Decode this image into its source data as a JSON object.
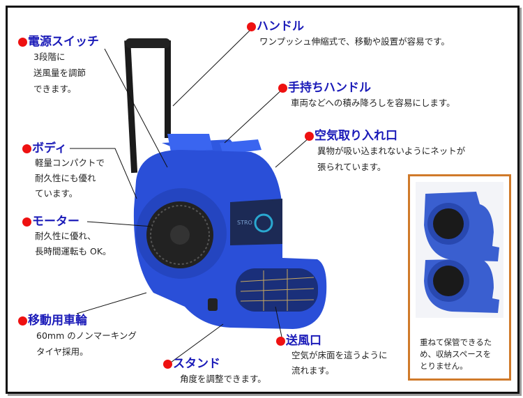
{
  "callouts": {
    "power_switch": {
      "title": "電源スイッチ",
      "lines": [
        "3段階に",
        "送風量を調節",
        "できます。"
      ]
    },
    "handle": {
      "title": "ハンドル",
      "lines": [
        "ワンプッシュ伸縮式で、移動や設置が容易です。"
      ]
    },
    "carry_handle": {
      "title": "手持ちハンドル",
      "lines": [
        "車両などへの積み降ろしを容易にします。"
      ]
    },
    "air_intake": {
      "title": "空気取り入れ口",
      "lines": [
        "異物が吸い込まれないようにネットが",
        "張られています。"
      ]
    },
    "body": {
      "title": "ボディ",
      "lines": [
        "軽量コンパクトで",
        "耐久性にも優れ",
        "ています。"
      ]
    },
    "motor": {
      "title": "モーター",
      "lines": [
        "耐久性に優れ、",
        "長時間運転も OK。"
      ]
    },
    "wheels": {
      "title": "移動用車輪",
      "lines": [
        "60mm のノンマーキング",
        "タイヤ採用。"
      ]
    },
    "stand": {
      "title": "スタンド",
      "lines": [
        "角度を調整できます。"
      ]
    },
    "outlet": {
      "title": "送風口",
      "lines": [
        "空気が床面を這うように",
        "流れます。"
      ]
    }
  },
  "storage": {
    "lines": [
      "重ねて保管できるた",
      "め、収納スペースを",
      "とりません。"
    ]
  },
  "product": {
    "logo": "STRO"
  },
  "colors": {
    "title": "#1a1ab8",
    "bullet": "#ee1111",
    "body": "#2a4fd8",
    "storage_border": "#d07a2a"
  }
}
